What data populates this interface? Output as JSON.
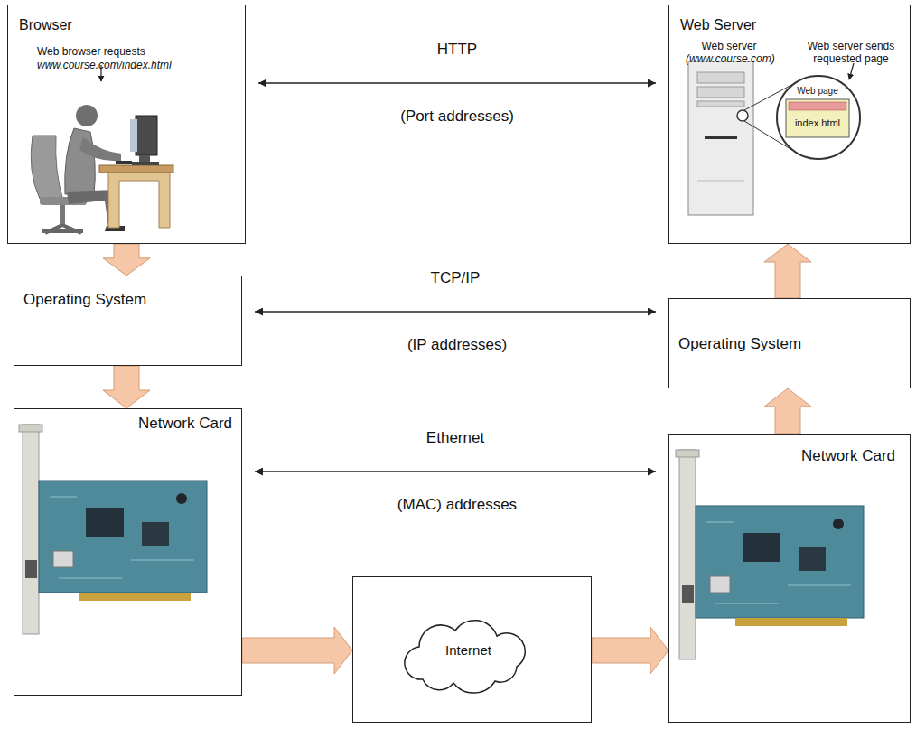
{
  "diagram": {
    "nodes": [
      {
        "text": [
          "Browser",
          "Web browser requests",
          "www.course.com/index.html"
        ]
      },
      {
        "text": [
          "Web Server",
          "Web server",
          "(www.course.com)",
          "Web server sends requested page"
        ]
      },
      {
        "text": [
          "Operating System"
        ]
      },
      {
        "text": [
          "Operating System"
        ]
      },
      {
        "text": [
          "Network Card"
        ]
      },
      {
        "text": [
          "Network Card"
        ]
      },
      {
        "text": [
          "Internet"
        ]
      }
    ],
    "edges": [
      {
        "from": 0,
        "to": 1,
        "label": "HTTP",
        "arrow": "both"
      },
      {
        "from": 2,
        "to": 3,
        "label": "TCP/IP",
        "arrow": "both"
      },
      {
        "from": 4,
        "to": 5,
        "label": "Ethernet",
        "arrow": "both"
      },
      {
        "from": 0,
        "to": 2,
        "arrow": "to"
      },
      {
        "from": 2,
        "to": 4,
        "arrow": "to"
      },
      {
        "from": 4,
        "to": 6,
        "arrow": "to"
      },
      {
        "from": 6,
        "to": 5,
        "arrow": "to"
      },
      {
        "from": 5,
        "to": 3,
        "arrow": "to"
      },
      {
        "from": 3,
        "to": 1,
        "arrow": "to"
      }
    ],
    "labels": [
      "(Port addresses)",
      "(IP addresses)",
      "(MAC) addresses",
      "Web page",
      "index.html"
    ]
  }
}
